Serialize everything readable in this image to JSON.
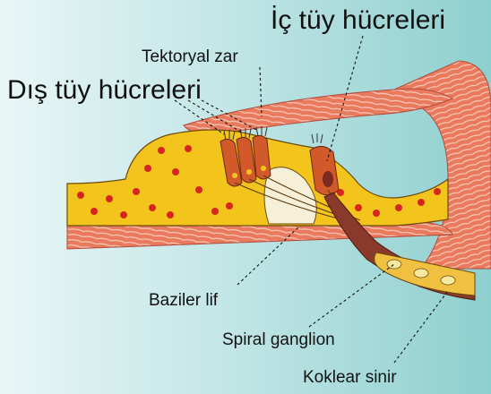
{
  "labels": {
    "inner_hair_cells": "İç tüy hücreleri",
    "tectorial_membrane": "Tektoryal zar",
    "outer_hair_cells": "Dış tüy hücreleri",
    "basilar_fiber": "Baziler lif",
    "spiral_ganglion": "Spiral ganglion",
    "cochlear_nerve": "Koklear sinir"
  },
  "colors": {
    "background_left": "#e8f6f6",
    "background_right": "#8ecfcf",
    "support_cells": "#f3c51c",
    "nuclei": "#d7261e",
    "hair_cells": "#d1592a",
    "membrane": "#e9705a",
    "nerve": "#8a3a2a",
    "ganglion": "#f0c040"
  }
}
